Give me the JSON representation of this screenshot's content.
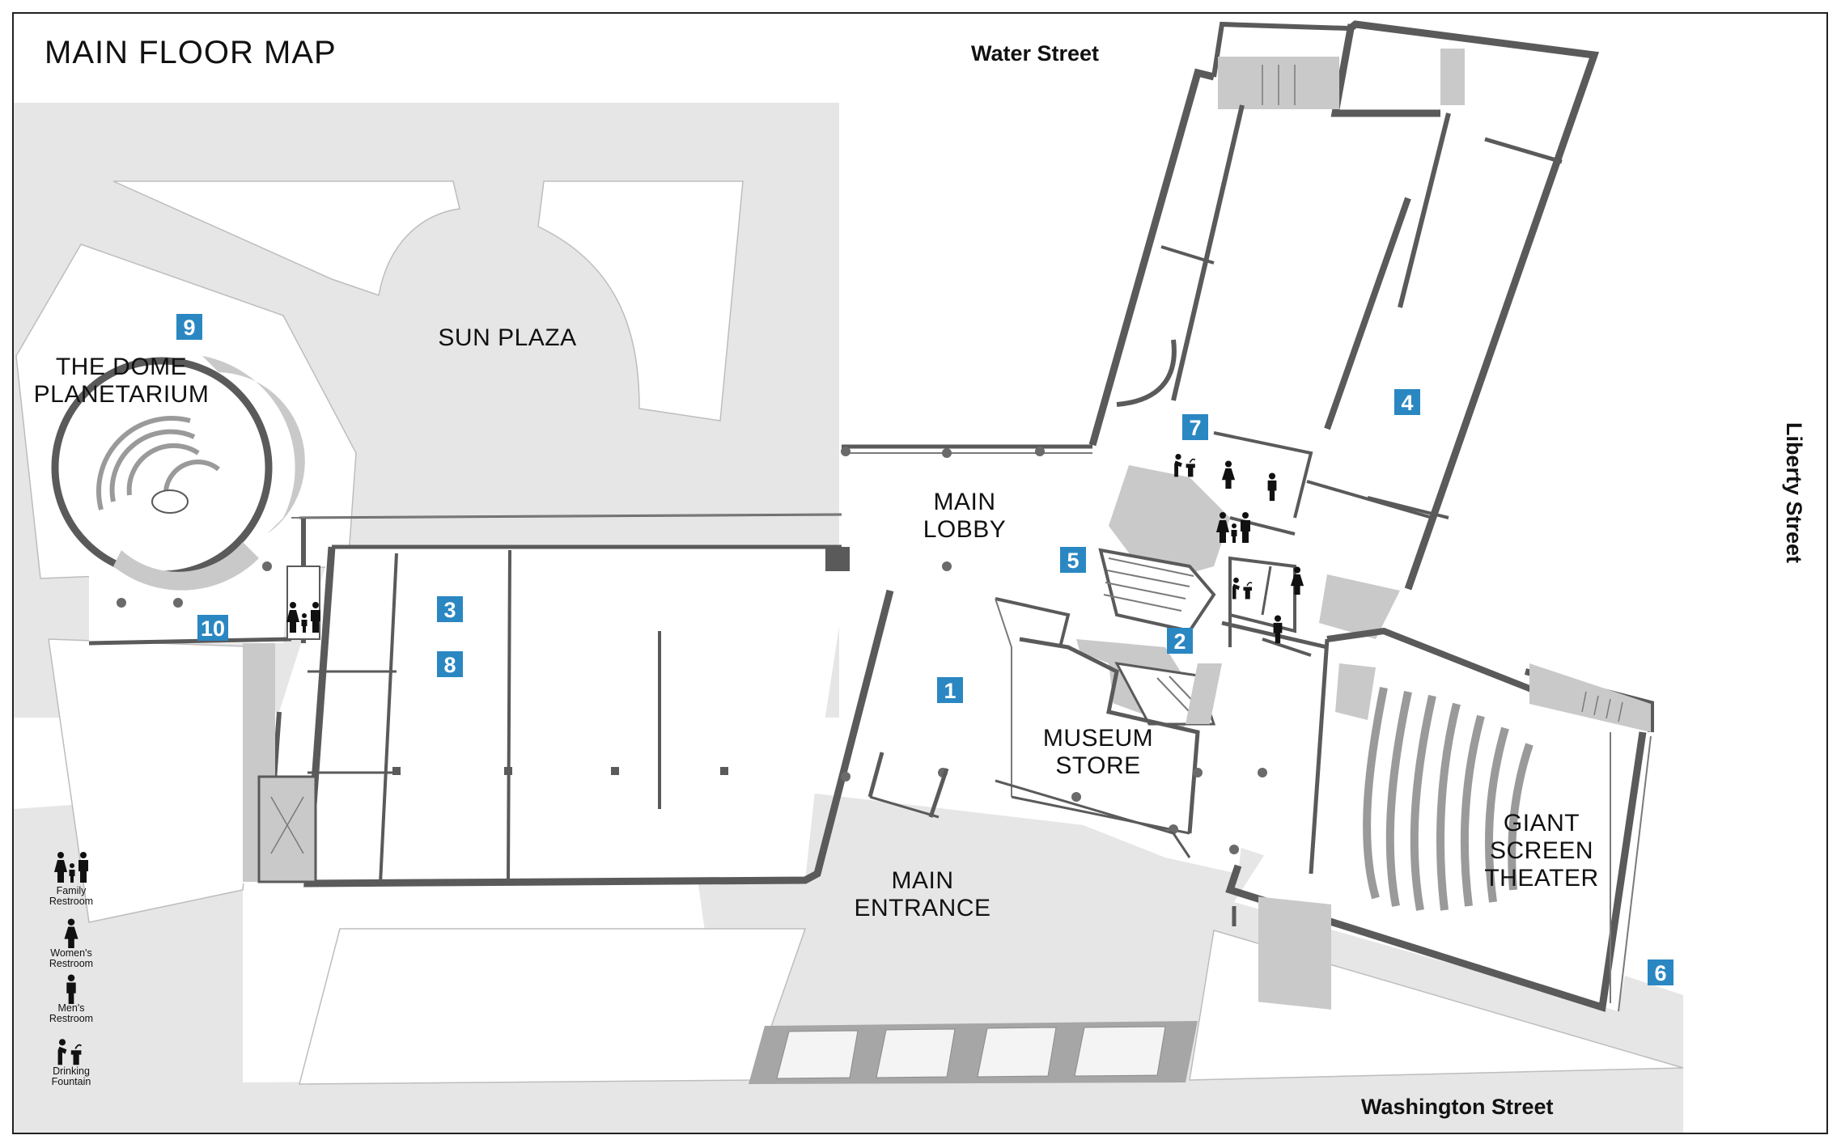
{
  "title": "MAIN FLOOR MAP",
  "streets": {
    "north": "Water Street",
    "east": "Liberty Street",
    "south": "Washington Street"
  },
  "areas": {
    "sun_plaza": "SUN PLAZA",
    "dome_line1": "THE DOME",
    "dome_line2": "PLANETARIUM",
    "lobby_line1": "MAIN",
    "lobby_line2": "LOBBY",
    "store_line1": "MUSEUM",
    "store_line2": "STORE",
    "entrance_line1": "MAIN",
    "entrance_line2": "ENTRANCE",
    "theater_line1": "GIANT",
    "theater_line2": "SCREEN",
    "theater_line3": "THEATER"
  },
  "markers": [
    "1",
    "2",
    "3",
    "4",
    "5",
    "6",
    "7",
    "8",
    "9",
    "10"
  ],
  "legend": {
    "family_l1": "Family",
    "family_l2": "Restroom",
    "women_l1": "Women's",
    "women_l2": "Restroom",
    "men_l1": "Men's",
    "men_l2": "Restroom",
    "fountain_l1": "Drinking",
    "fountain_l2": "Fountain"
  },
  "colors": {
    "marker": "#2a87c2",
    "ground": "#e6e6e6",
    "wall": "#5a5a5a",
    "room_fill": "#ffffff",
    "service_fill": "#c9c9c9"
  },
  "icons": {
    "family": "family-restroom-icon",
    "women": "womens-restroom-icon",
    "men": "mens-restroom-icon",
    "fountain": "drinking-fountain-icon"
  }
}
